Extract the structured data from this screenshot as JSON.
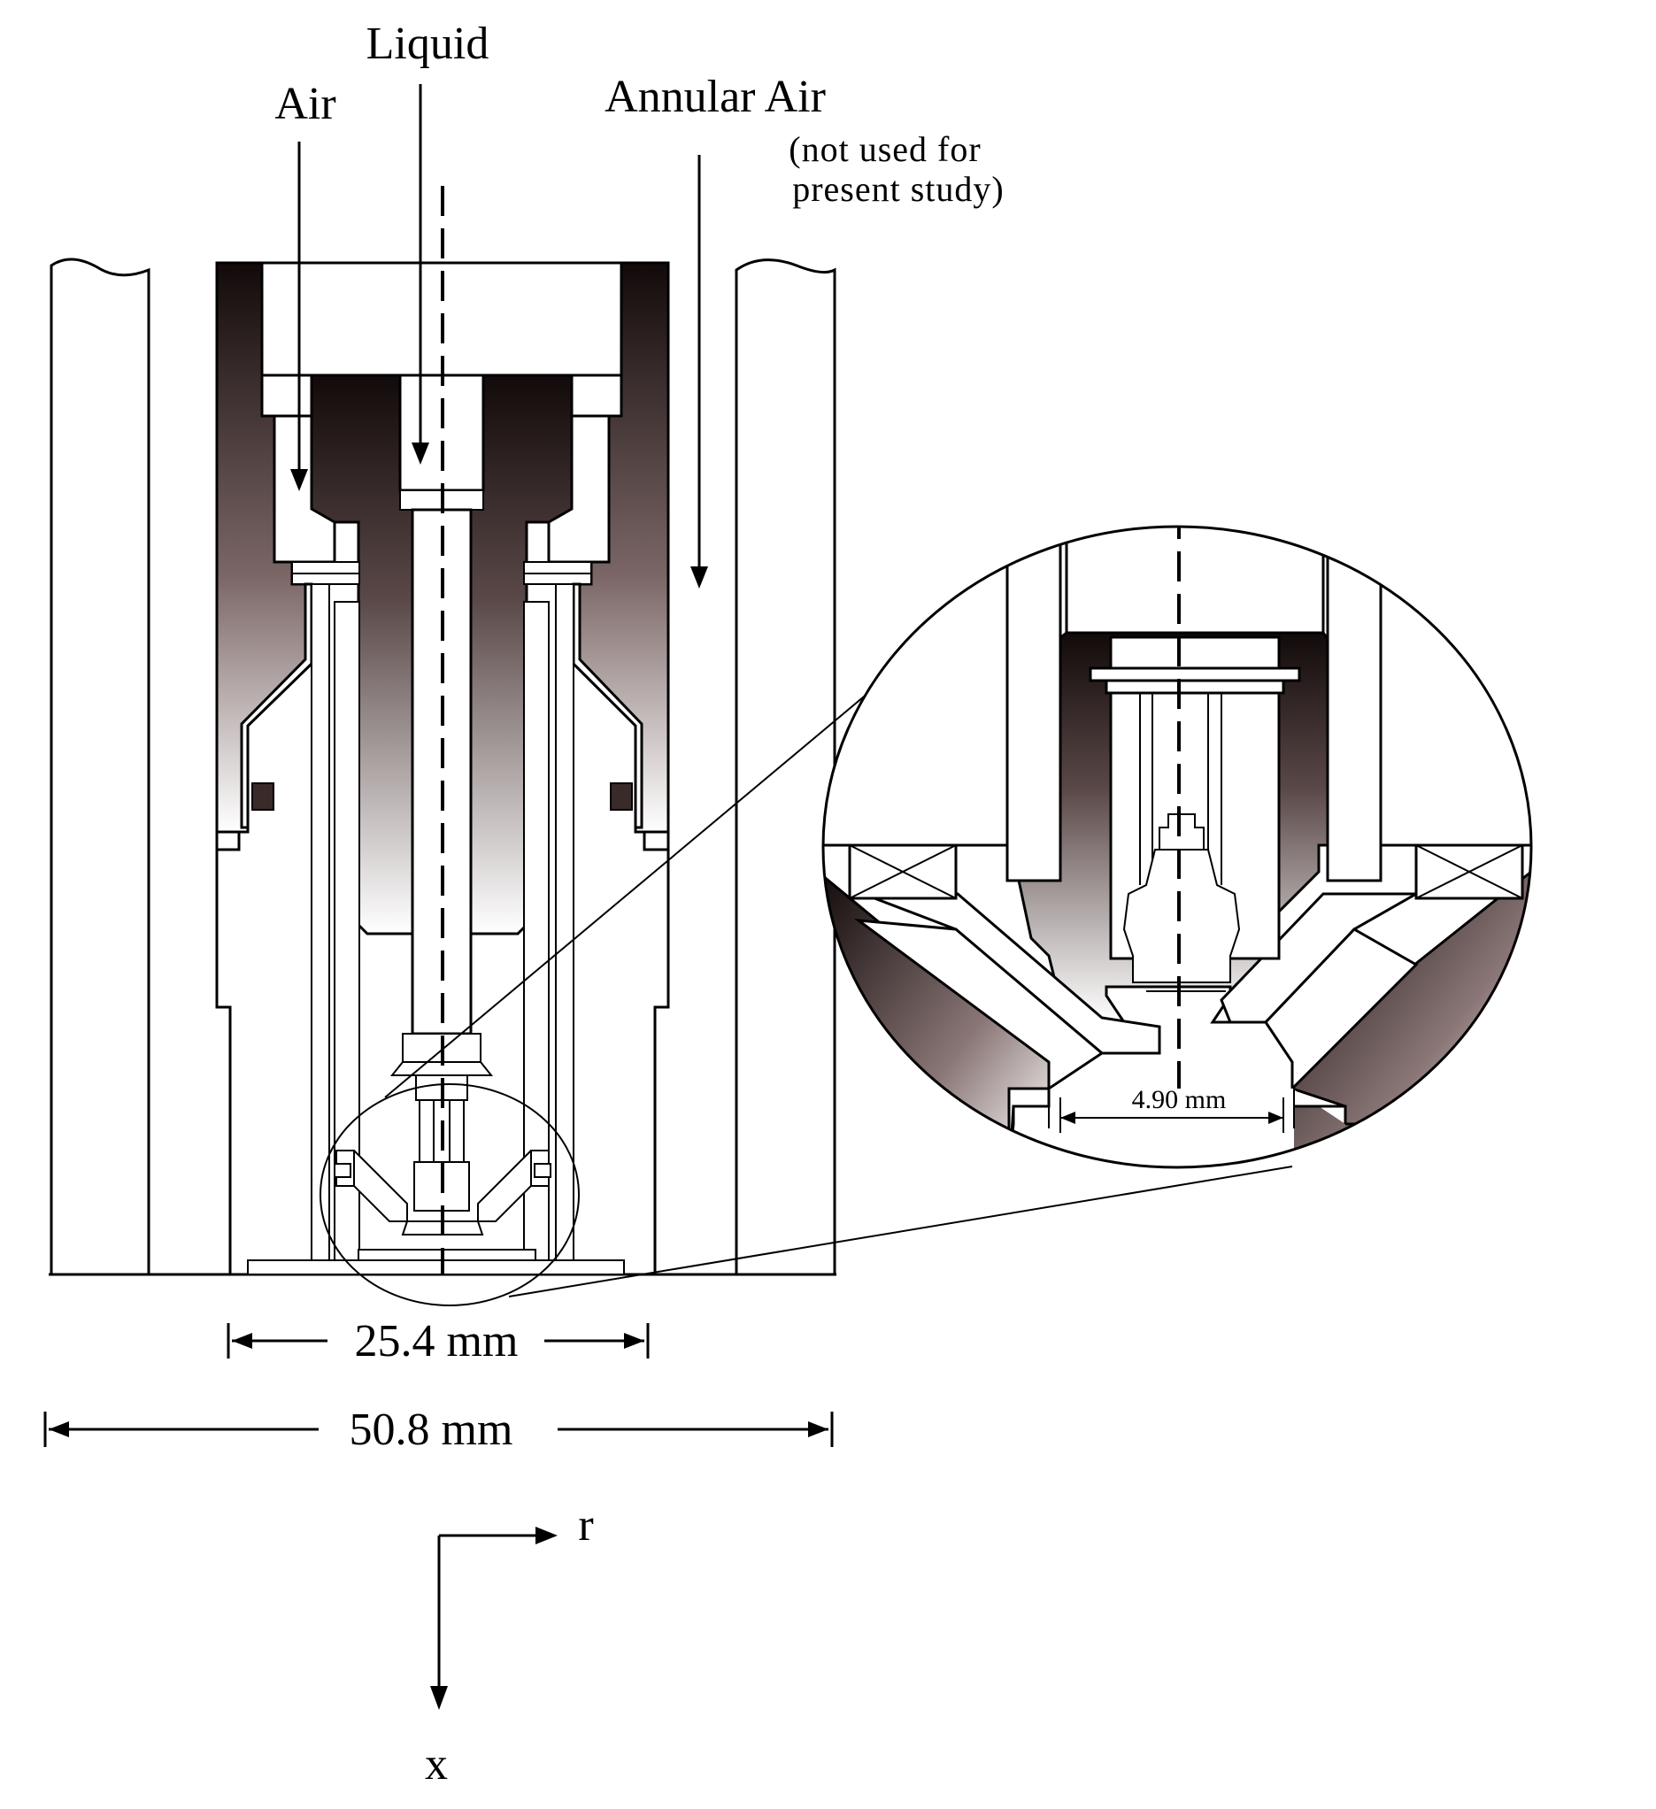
{
  "labels": {
    "liquid": "Liquid",
    "air": "Air",
    "annular_air": "Annular Air",
    "annular_note_line1": "(not used for",
    "annular_note_line2": "present study)",
    "dim_inner": "25.4 mm",
    "dim_outer": "50.8 mm",
    "dim_detail": "4.90 mm",
    "axis_r": "r",
    "axis_x": "x"
  },
  "colors": {
    "line": "#000000",
    "shade_dark": "#1a1010",
    "shade_light": "#ffffff",
    "background": "#ffffff"
  }
}
